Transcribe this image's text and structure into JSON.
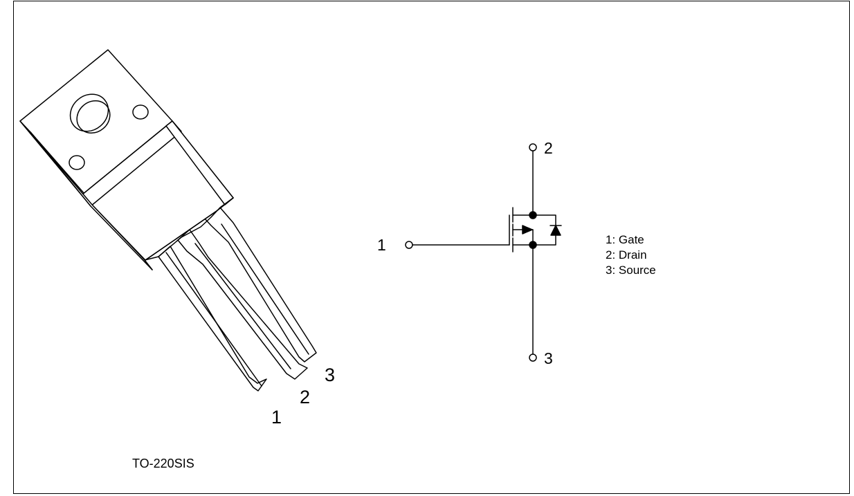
{
  "package": {
    "name": "TO-220SIS",
    "pin_labels": [
      "1",
      "2",
      "3"
    ]
  },
  "schematic": {
    "pin_gate": "1",
    "pin_drain": "2",
    "pin_source": "3"
  },
  "legend": {
    "items": [
      "1: Gate",
      "2: Drain",
      "3: Source"
    ]
  },
  "colors": {
    "stroke": "#000000",
    "background": "#ffffff"
  }
}
